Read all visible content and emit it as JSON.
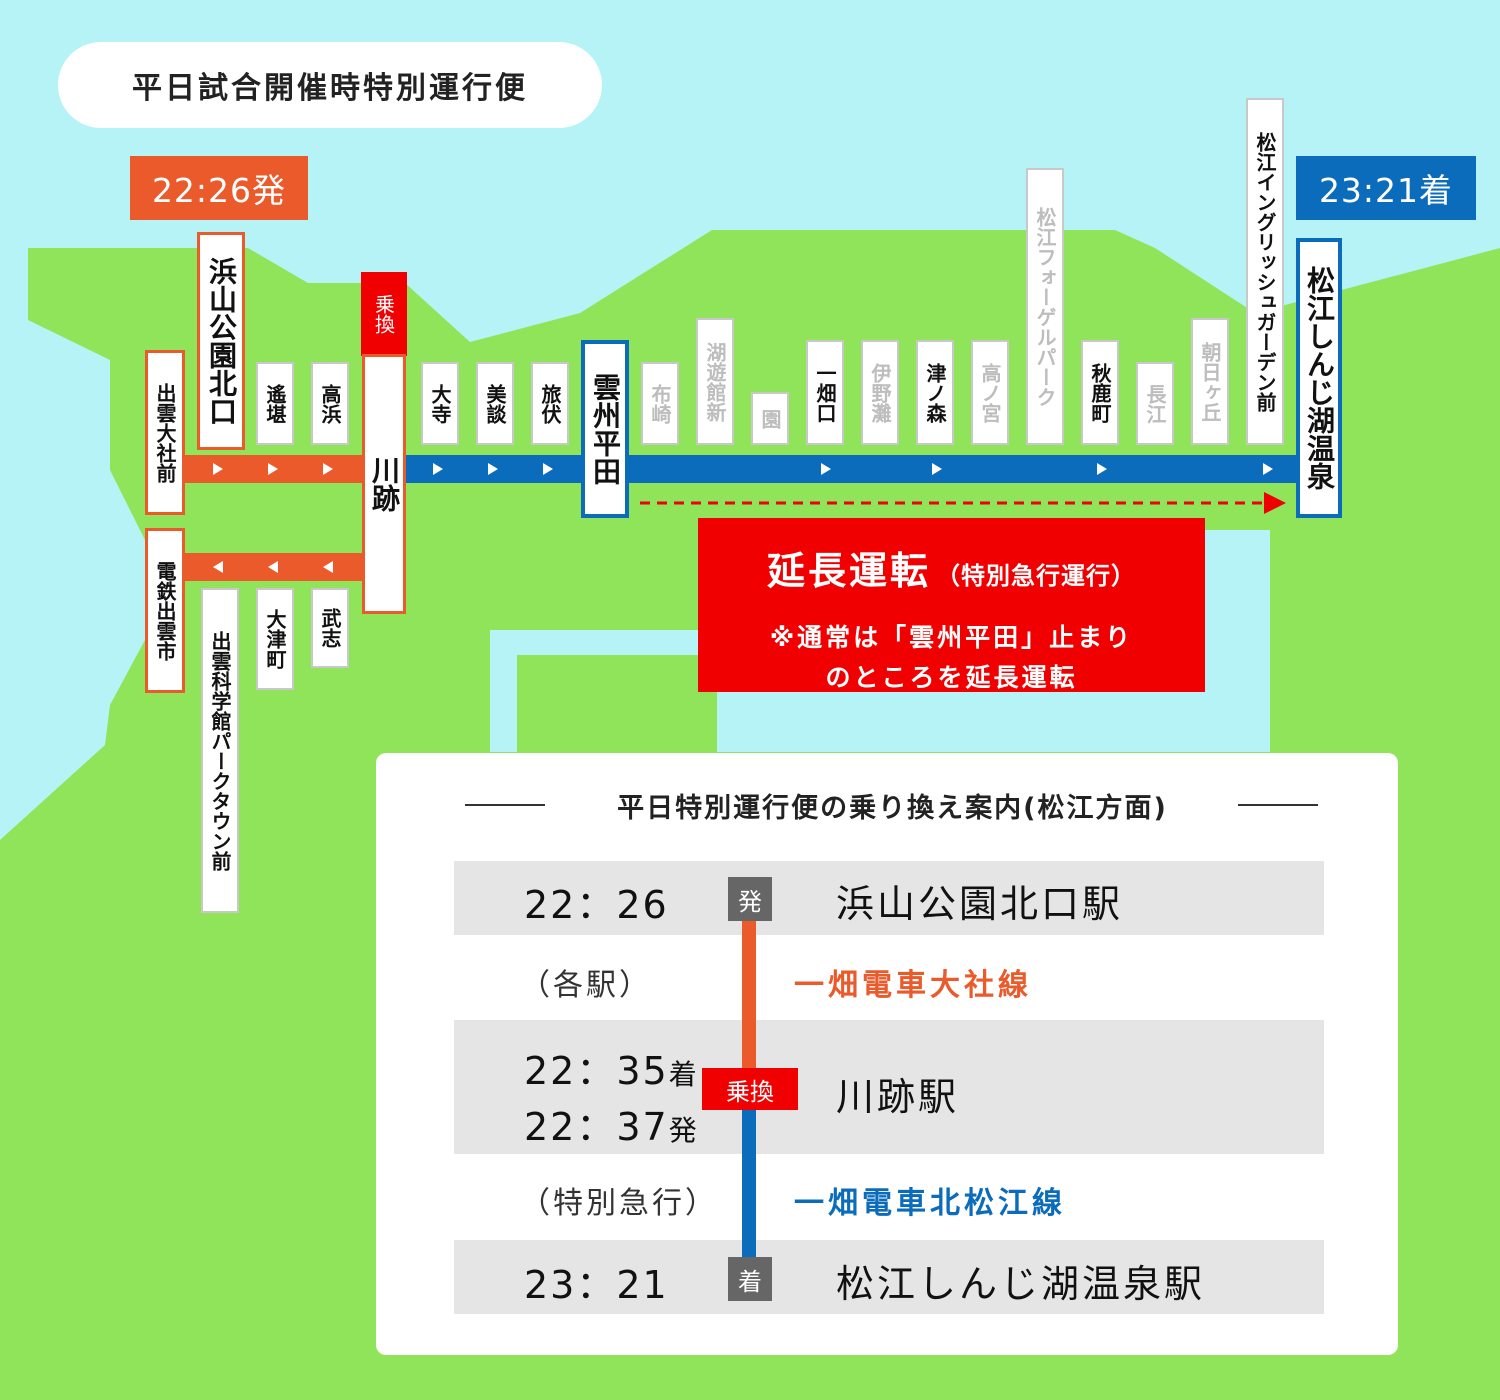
{
  "title": "平日試合開催時特別運行便",
  "departure_badge": "22:26発",
  "arrival_badge": "23:21着",
  "transfer_badge": "乗換",
  "stations": {
    "izumo_taisha_mae": "出雲大社前",
    "hamayama": "浜山公園北口",
    "tohori": "遙堪",
    "takahama": "高浜",
    "kawato": "川跡",
    "dentetsu_izumoshi": "電鉄出雲市",
    "izumo_kagakukan": "出雲科学館パークタウン前",
    "otsumachi": "大津町",
    "takeshi": "武志",
    "odera": "大寺",
    "midami": "美談",
    "ryofu": "旅伏",
    "unshu_hirata": "雲州平田",
    "fuzaki": "布崎",
    "koyukan_shin": "湖遊館新",
    "sono": "園",
    "ichibata_guchi": "一畑口",
    "inonada": "伊野灘",
    "tsunomori": "津ノ森",
    "takanomiya": "高ノ宮",
    "matsue_vogel_park": "松江フォーゲルパーク",
    "aika_machi": "秋鹿町",
    "nagae": "長江",
    "asahi_gaoka": "朝日ヶ丘",
    "matsue_english_garden_mae": "松江イングリッシュガーデン前",
    "matsue_shinjiko_onsen": "松江しんじ湖温泉"
  },
  "extension": {
    "title": "延長運転",
    "subtitle": "（特別急行運行）",
    "note_line1": "※通常は「雲州平田」止まり",
    "note_line2": "のところを延長運転"
  },
  "guide": {
    "heading": "平日特別運行便の乗り換え案内(松江方面)",
    "dep_time": "22：26",
    "dep_mark": "発",
    "dep_station": "浜山公園北口駅",
    "seg1_type": "（各駅）",
    "seg1_line": "一畑電車大社線",
    "arr_time1": "22：35",
    "arr_mark1": "着",
    "dep_time2": "22：37",
    "dep_mark2": "発",
    "transfer_mark": "乗換",
    "transfer_station": "川跡駅",
    "seg2_type": "（特別急行）",
    "seg2_line": "一畑電車北松江線",
    "final_time": "23：21",
    "final_mark": "着",
    "final_station": "松江しんじ湖温泉駅"
  },
  "colors": {
    "sea": "#b6f3f7",
    "land": "#8fe45a",
    "taisha_line": "#ea5a2a",
    "kitamatsue_line": "#0c6cbc",
    "highlight": "#f00000"
  }
}
